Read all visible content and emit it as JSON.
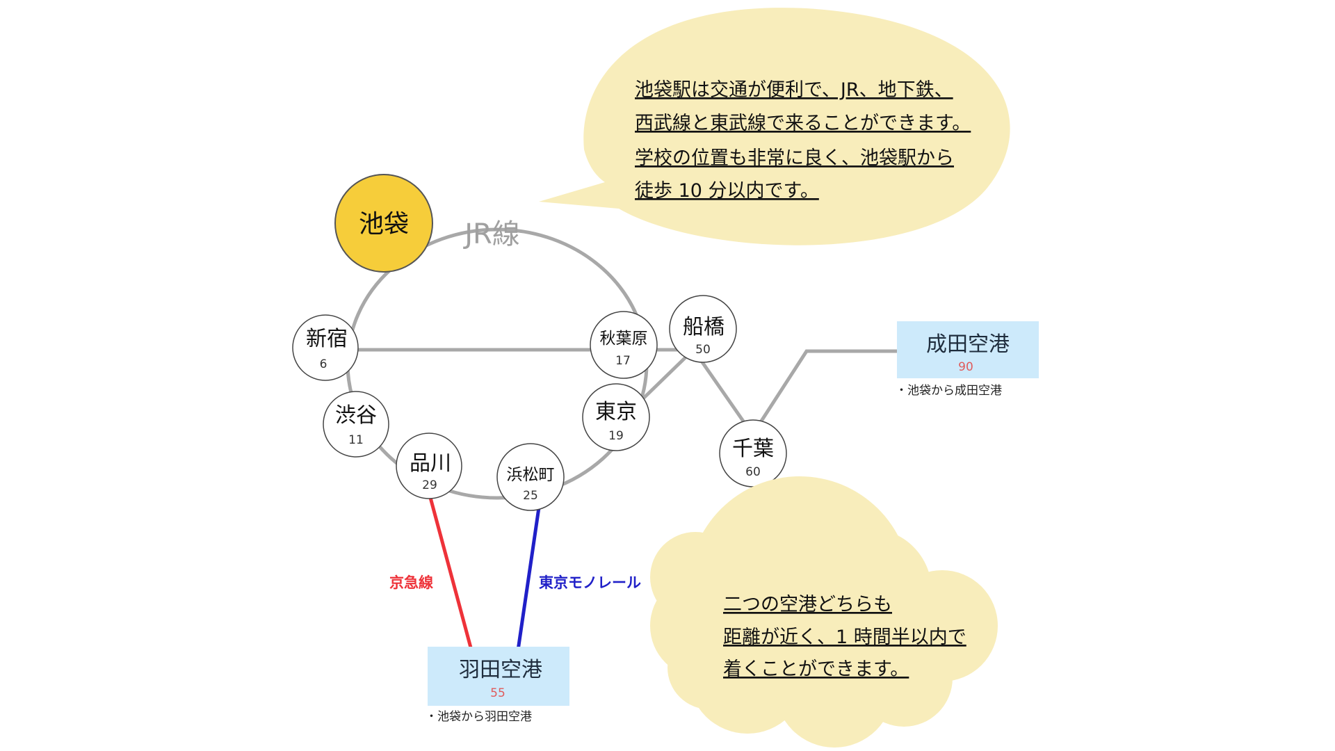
{
  "colors": {
    "track": "#a8a8a8",
    "station_fill": "#ffffff",
    "station_stroke": "#444444",
    "highlight_fill": "#f6cd3a",
    "highlight_stroke": "#555555",
    "airport_box": "#cdeafb",
    "airport_time": "#e05b5b",
    "bubble_fill": "#f8edbb",
    "keikyu": "#ee3239",
    "monorail": "#2020c8",
    "jr_label": "#a0a0a0"
  },
  "jr_loop_label": "JR線",
  "stations": {
    "ikebukuro": {
      "name": "池袋",
      "icon": "highlight-circle"
    },
    "shinjuku": {
      "name": "新宿",
      "time": "6"
    },
    "shibuya": {
      "name": "渋谷",
      "time": "11"
    },
    "shinagawa": {
      "name": "品川",
      "time": "29"
    },
    "hamamatsucho": {
      "name": "浜松町",
      "time": "25"
    },
    "tokyo": {
      "name": "東京",
      "time": "19"
    },
    "akihabara": {
      "name": "秋葉原",
      "time": "17"
    },
    "funabashi": {
      "name": "船橋",
      "time": "50"
    },
    "chiba": {
      "name": "千葉",
      "time": "60"
    }
  },
  "airports": {
    "narita": {
      "name": "成田空港",
      "time": "90",
      "caption": "・池袋から成田空港"
    },
    "haneda": {
      "name": "羽田空港",
      "time": "55",
      "caption": "・池袋から羽田空港"
    }
  },
  "lines": {
    "keikyu_label": "京急線",
    "monorail_label": "東京モノレール"
  },
  "speech_bubble": {
    "lines": [
      "池袋駅は交通が便利で、JR、地下鉄、",
      "西武線と東武線で来ることができます。",
      "学校の位置も非常に良く、池袋駅から",
      "徒歩 10 分以内です。"
    ]
  },
  "cloud_bubble": {
    "lines": [
      "二つの空港どちらも",
      "距離が近く、1 時間半以内で",
      "着くことができます。"
    ]
  }
}
